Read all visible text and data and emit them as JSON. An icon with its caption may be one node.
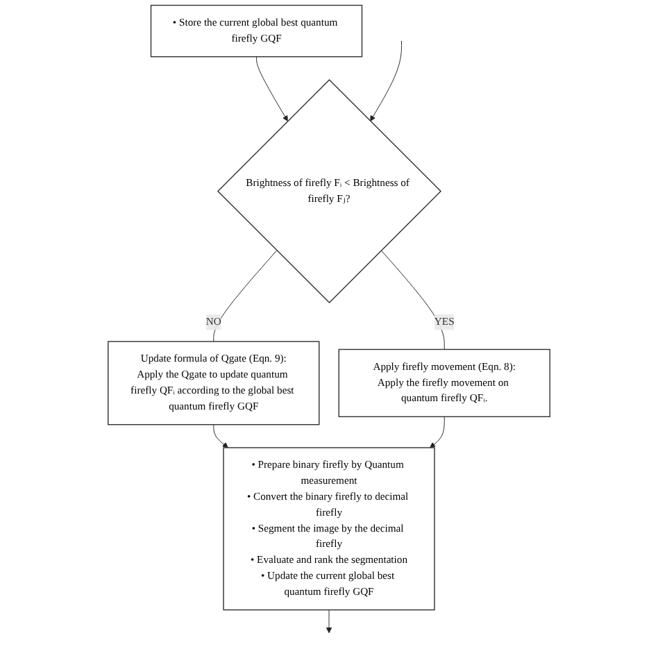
{
  "diagram": {
    "nodes": [
      {
        "text": [
          "• Store the current global best quantum firefly GQF"
        ]
      },
      {
        "text": [
          "Brightness of firefly Fᵢ < Brightness of firefly Fⱼ?"
        ]
      },
      {
        "text": [
          "Update formula of Qgate (Eqn. 9):",
          "Apply the Qgate to update quantum firefly QFᵢ according to the global best quantum firefly GQF"
        ]
      },
      {
        "text": [
          "Apply firefly movement (Eqn. 8):",
          "Apply the firefly movement on quantum firefly QFᵢ."
        ]
      },
      {
        "text": [
          "• Prepare binary firefly by Quantum measurement",
          "• Convert the binary firefly to decimal firefly",
          "• Segment the image by the decimal firefly",
          "• Evaluate and rank the segmentation",
          "• Update the current global best quantum firefly GQF"
        ]
      }
    ],
    "edges": [
      {
        "from": 0,
        "to": 1,
        "arrow": "to"
      },
      {
        "from": null,
        "to": 1,
        "arrow": "to"
      },
      {
        "from": 1,
        "to": 2,
        "label": "NO",
        "arrow": "none"
      },
      {
        "from": 1,
        "to": 3,
        "label": "YES",
        "arrow": "none"
      },
      {
        "from": 2,
        "to": 4,
        "arrow": "to"
      },
      {
        "from": 3,
        "to": 4,
        "arrow": "to"
      },
      {
        "from": 4,
        "to": null,
        "arrow": "to"
      }
    ]
  }
}
